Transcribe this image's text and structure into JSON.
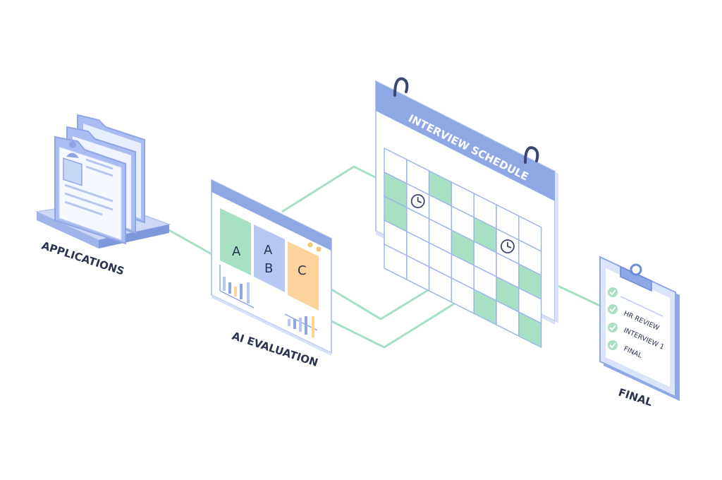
{
  "nodes": {
    "applications": {
      "label": "APPLICATIONS"
    },
    "ai_evaluation": {
      "label": "AI EVALUATION",
      "cards": [
        "A",
        "A",
        "B",
        "C"
      ]
    },
    "interview_schedule": {
      "label": "INTERVIEW SCHEDULE"
    },
    "final": {
      "label": "FINAL",
      "checklist": [
        "HR REVIEW",
        "INTERVIEW 1",
        "FINAL"
      ]
    }
  },
  "colors": {
    "primary": "#8ea8e6",
    "primary_dark": "#6f8ad6",
    "panel": "#ffffff",
    "outline": "#b9c8ef",
    "green": "#a8e0c4",
    "green_line": "#9fdcbc",
    "orange": "#fcd39a",
    "text": "#2a3350"
  }
}
